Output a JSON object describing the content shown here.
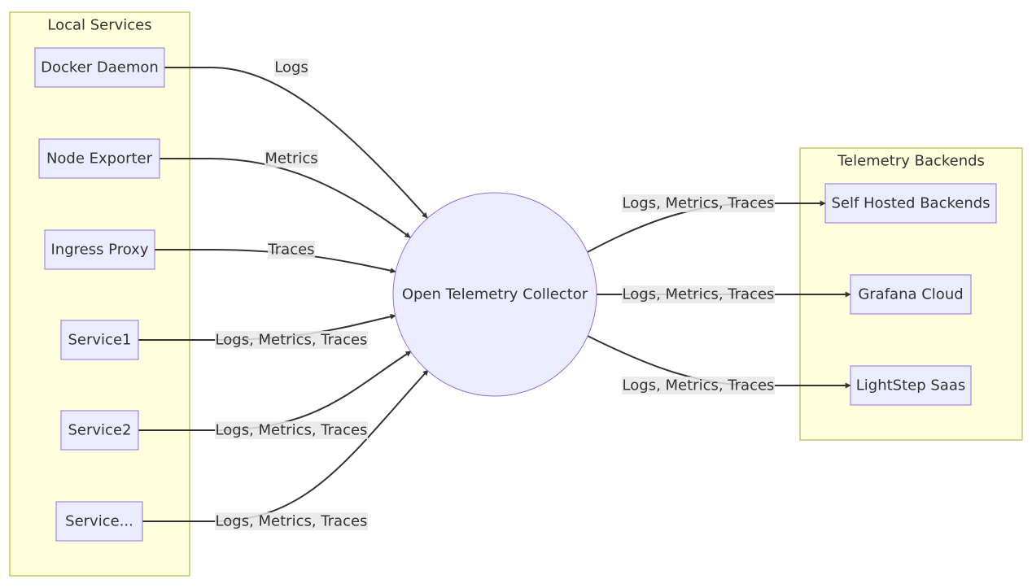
{
  "clusters": {
    "local": {
      "title": "Local Services"
    },
    "backends": {
      "title": "Telemetry Backends"
    }
  },
  "nodes": {
    "docker": "Docker Daemon",
    "node_exporter": "Node Exporter",
    "ingress": "Ingress Proxy",
    "service1": "Service1",
    "service2": "Service2",
    "service_more": "Service...",
    "collector": "Open Telemetry Collector",
    "self_hosted": "Self Hosted Backends",
    "grafana": "Grafana Cloud",
    "lightstep": "LightStep Saas"
  },
  "edges": {
    "docker": "Logs",
    "node_exporter": "Metrics",
    "ingress": "Traces",
    "service1": "Logs, Metrics, Traces",
    "service2": "Logs, Metrics, Traces",
    "service_more": "Logs, Metrics, Traces",
    "self_hosted": "Logs, Metrics, Traces",
    "grafana": "Logs, Metrics, Traces",
    "lightstep": "Logs, Metrics, Traces"
  },
  "colors": {
    "cluster_fill": "#ffffde",
    "cluster_stroke": "#aaaa33",
    "node_fill": "#ececff",
    "node_stroke": "#9370db",
    "edge": "#333333",
    "label_bg": "#e8e8e8"
  }
}
